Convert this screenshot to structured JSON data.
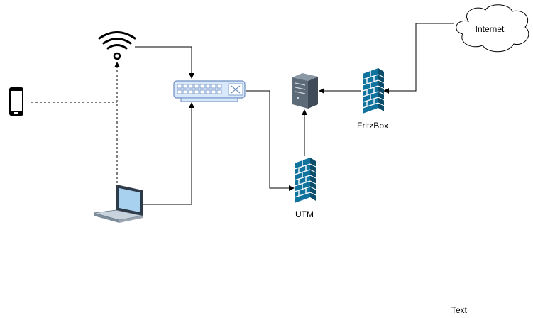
{
  "diagram": {
    "nodes": {
      "internet": {
        "label": "Internet",
        "icon": "cloud-icon"
      },
      "fritzbox": {
        "label": "FritzBox",
        "icon": "firewall-icon"
      },
      "utm": {
        "label": "UTM",
        "icon": "firewall-icon"
      },
      "server": {
        "label": "",
        "icon": "server-icon"
      },
      "switch": {
        "label": "",
        "icon": "network-switch-icon"
      },
      "wifi": {
        "label": "",
        "icon": "wifi-icon"
      },
      "phone": {
        "label": "",
        "icon": "smartphone-icon"
      },
      "laptop": {
        "label": "",
        "icon": "laptop-icon"
      }
    },
    "free_text": "Text",
    "colors": {
      "firewall": "#10739e",
      "firewall_dark": "#0b4d6a",
      "server": "#5d6b78",
      "switch_fill": "#dae8fc",
      "switch_stroke": "#6c8ebf",
      "line": "#000000"
    }
  }
}
